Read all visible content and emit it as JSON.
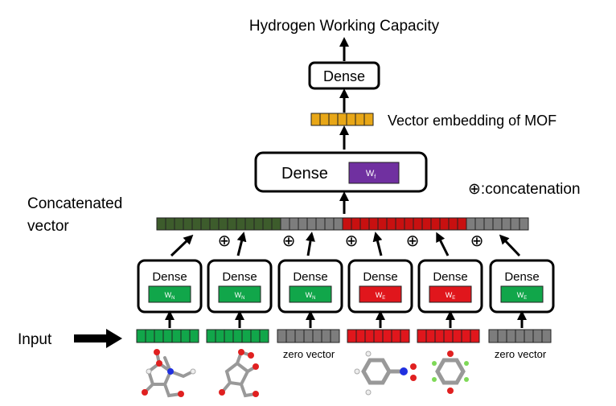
{
  "title": "Hydrogen Working Capacity",
  "output_dense_label": "Dense",
  "embedding_label": "Vector embedding of MOF",
  "final_dense": {
    "label": "Dense",
    "weight": "W",
    "weight_sub": "f"
  },
  "concat_legend": "⊕:concatenation",
  "concat_vector_label_line1": "Concatenated",
  "concat_vector_label_line2": "vector",
  "concat_symbol": "⊕",
  "input_label": "Input",
  "branches": [
    {
      "dense": "Dense",
      "weight": "W",
      "weight_sub": "N",
      "kind": "node",
      "input_label": ""
    },
    {
      "dense": "Dense",
      "weight": "W",
      "weight_sub": "N",
      "kind": "node",
      "input_label": ""
    },
    {
      "dense": "Dense",
      "weight": "W",
      "weight_sub": "N",
      "kind": "zero",
      "input_label": "zero vector"
    },
    {
      "dense": "Dense",
      "weight": "W",
      "weight_sub": "E",
      "kind": "edge",
      "input_label": ""
    },
    {
      "dense": "Dense",
      "weight": "W",
      "weight_sub": "E",
      "kind": "edge",
      "input_label": ""
    },
    {
      "dense": "Dense",
      "weight": "W",
      "weight_sub": "E",
      "kind": "zero",
      "input_label": "zero vector"
    }
  ],
  "colors": {
    "node_green": "#11a64a",
    "node_dark": "#3d5c2c",
    "edge_red": "#e0161c",
    "edge_dark": "#c81010",
    "zero_gray": "#7d7d7d",
    "embedding_orange": "#e8a717",
    "final_weight_purple": "#7030a0"
  }
}
